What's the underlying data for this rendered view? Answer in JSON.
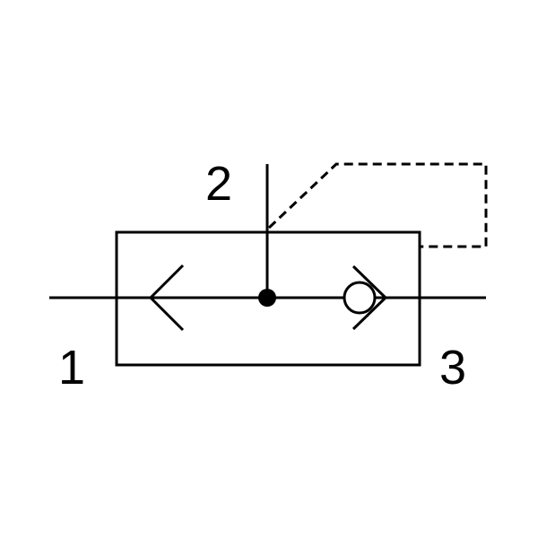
{
  "diagram": {
    "ports": {
      "port_1": "1",
      "port_2": "2",
      "port_3": "3"
    },
    "colors": {
      "stroke": "#000000",
      "background": "#ffffff"
    },
    "line_styles": {
      "pilot_line": "dashed"
    },
    "icons": {
      "flow_arrow_left": "chevron-left-icon",
      "flow_arrow_right": "chevron-right-icon",
      "check_ball": "circle-icon",
      "junction": "junction-dot-icon"
    }
  }
}
